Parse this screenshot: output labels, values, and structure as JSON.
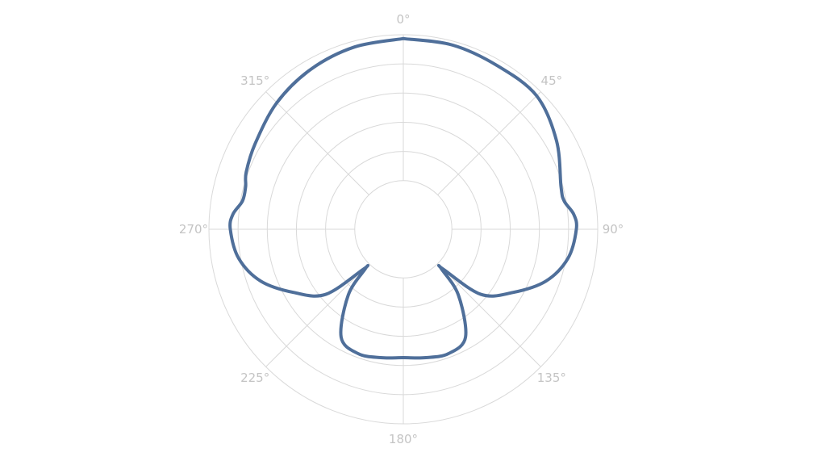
{
  "chart_data": {
    "type": "line",
    "coordinate_system": "polar",
    "theta_unit": "degrees",
    "theta_direction": "clockwise",
    "theta_zero": "top",
    "angular_ticks": [
      0,
      45,
      90,
      135,
      180,
      225,
      270,
      315
    ],
    "angular_tick_labels": [
      "0°",
      "45°",
      "90°",
      "135°",
      "180°",
      "225°",
      "270°",
      "315°"
    ],
    "radial_range": [
      0,
      1
    ],
    "radial_rings": [
      0.25,
      0.4,
      0.55,
      0.7,
      0.85,
      1.0
    ],
    "radial_tick_labels_shown": false,
    "grid": true,
    "legend": "none",
    "series": [
      {
        "color": "#4f6f9a",
        "theta": [
          0,
          15,
          30,
          45,
          60,
          75,
          80,
          85,
          90,
          100,
          110,
          120,
          130,
          135,
          136,
          140,
          150,
          160,
          170,
          180,
          190,
          200,
          210,
          220,
          224,
          225,
          230,
          240,
          250,
          260,
          270,
          275,
          280,
          285,
          290,
          300,
          315,
          330,
          345,
          360
        ],
        "r": [
          0.98,
          0.98,
          0.97,
          0.97,
          0.91,
          0.84,
          0.84,
          0.88,
          0.89,
          0.86,
          0.78,
          0.65,
          0.52,
          0.29,
          0.28,
          0.44,
          0.64,
          0.68,
          0.67,
          0.66,
          0.67,
          0.68,
          0.64,
          0.44,
          0.28,
          0.29,
          0.52,
          0.65,
          0.78,
          0.86,
          0.89,
          0.88,
          0.84,
          0.84,
          0.86,
          0.88,
          0.92,
          0.95,
          0.97,
          0.98
        ]
      }
    ]
  }
}
